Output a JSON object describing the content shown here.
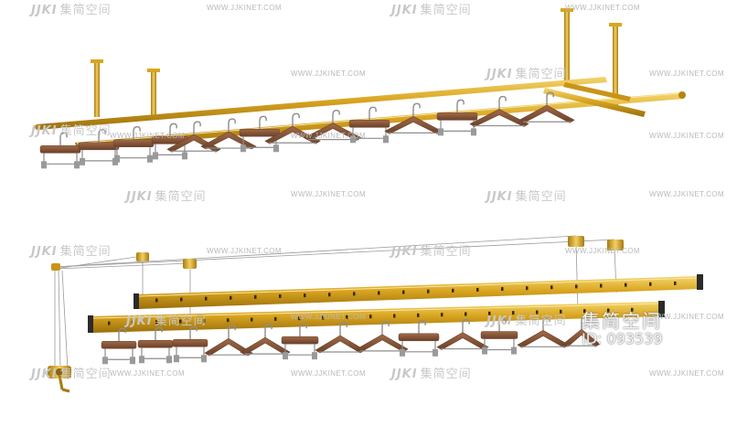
{
  "watermark": {
    "brand_mark": "JJKI",
    "brand_name": "集简空间",
    "url": "WWW.JJKINET.COM",
    "stamp_name": "集简空间",
    "stamp_id": "ID: 093539"
  },
  "colors": {
    "gold": "#d9a520",
    "gold_dark": "#a87a10",
    "gold_light": "#f2cf62",
    "wood": "#8c5a3c",
    "wood_dark": "#6b412a",
    "steel": "#8d8d8d",
    "cable": "#9a9a9a"
  }
}
